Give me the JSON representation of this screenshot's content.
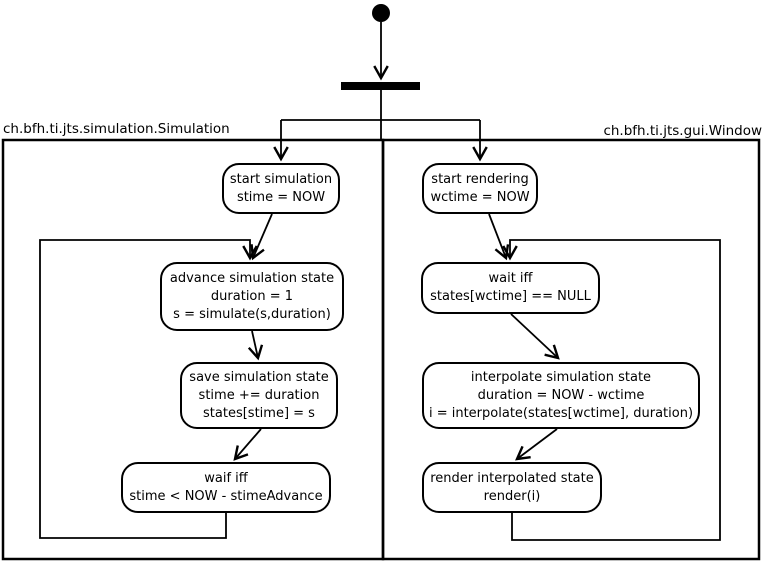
{
  "diagram": {
    "type": "uml-activity-diagram",
    "colors": {
      "stroke": "#000000",
      "background": "#ffffff"
    },
    "lanes": [
      {
        "id": "simulation",
        "label": "ch.bfh.ti.jts.simulation.Simulation"
      },
      {
        "id": "window",
        "label": "ch.bfh.ti.jts.gui.Window"
      }
    ],
    "nodes": {
      "start_simulation": {
        "lines": [
          "start simulation",
          "stime = NOW"
        ]
      },
      "advance": {
        "lines": [
          "advance simulation state",
          "duration = 1",
          "s = simulate(s,duration)"
        ]
      },
      "save": {
        "lines": [
          "save simulation state",
          "stime += duration",
          "states[stime] = s"
        ]
      },
      "waif": {
        "lines": [
          "waif iff",
          "stime < NOW - stimeAdvance"
        ]
      },
      "start_rendering": {
        "lines": [
          "start rendering",
          "wctime = NOW"
        ]
      },
      "wait": {
        "lines": [
          "wait iff",
          "states[wctime] == NULL"
        ]
      },
      "interpolate": {
        "lines": [
          "interpolate simulation state",
          "duration = NOW - wctime",
          "i = interpolate(states[wctime], duration)"
        ]
      },
      "render": {
        "lines": [
          "render interpolated state",
          "render(i)"
        ]
      }
    },
    "icons": {
      "initial_node": "filled-circle",
      "fork_bar": "thick-horizontal-bar"
    }
  }
}
